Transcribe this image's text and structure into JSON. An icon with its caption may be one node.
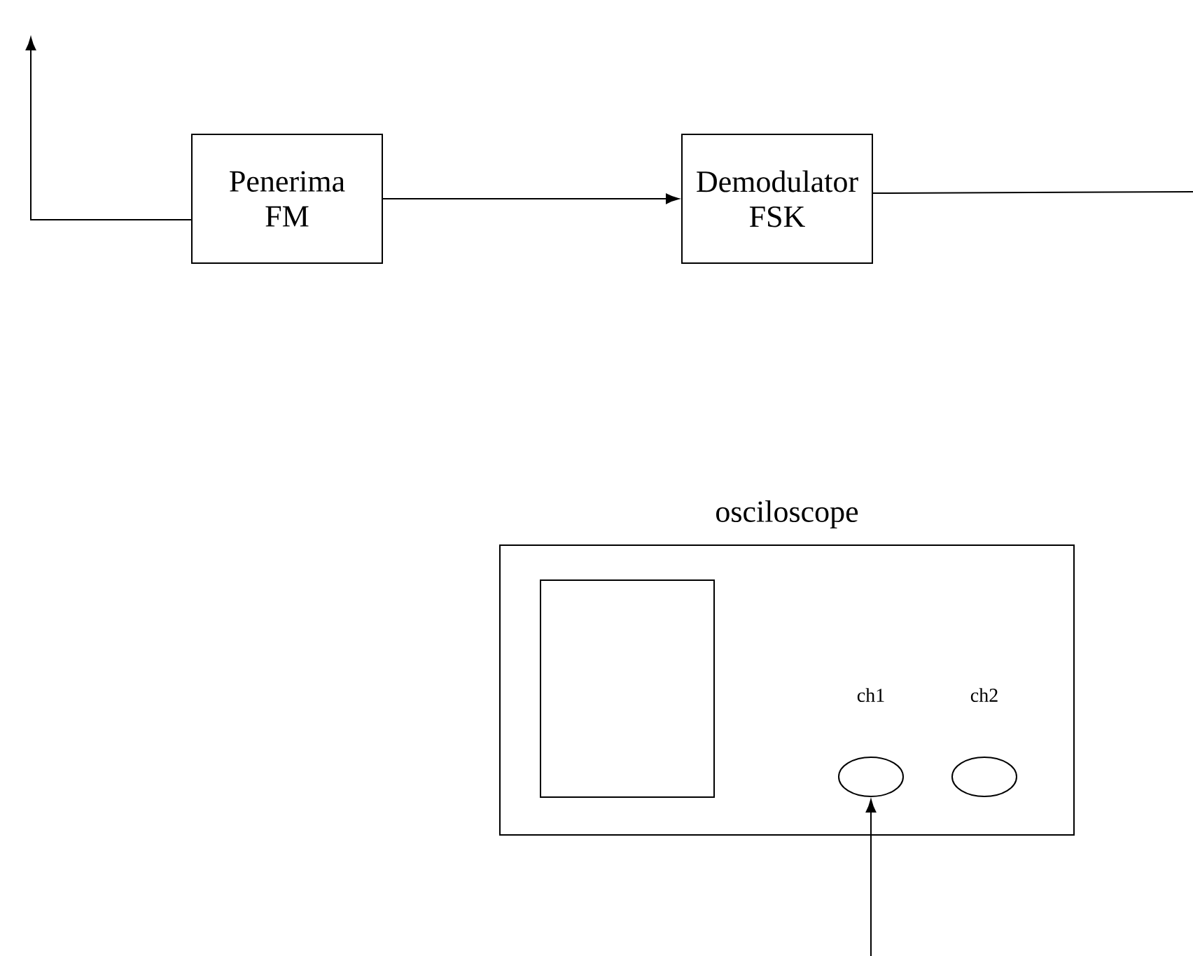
{
  "diagram": {
    "nodes": [
      {
        "text": [
          "Penerima FM"
        ]
      },
      {
        "text": [
          "Demodulator FSK"
        ]
      },
      {
        "text": [
          "osciloscope"
        ]
      },
      {
        "text": [],
        "shape": "box",
        "in": 2
      },
      {
        "text": [],
        "shape": "circle",
        "in": 2,
        "beside": [
          "ch1"
        ]
      },
      {
        "text": [],
        "shape": "circle",
        "in": 2,
        "beside": [
          "ch2"
        ]
      }
    ],
    "edges": [
      {
        "from": 0,
        "to": null,
        "arrow": "to"
      },
      {
        "from": 0,
        "to": 1,
        "arrow": "to"
      },
      {
        "from": 1,
        "to": null,
        "arrow": "none"
      },
      {
        "from": null,
        "to": 4,
        "arrow": "to"
      }
    ]
  }
}
